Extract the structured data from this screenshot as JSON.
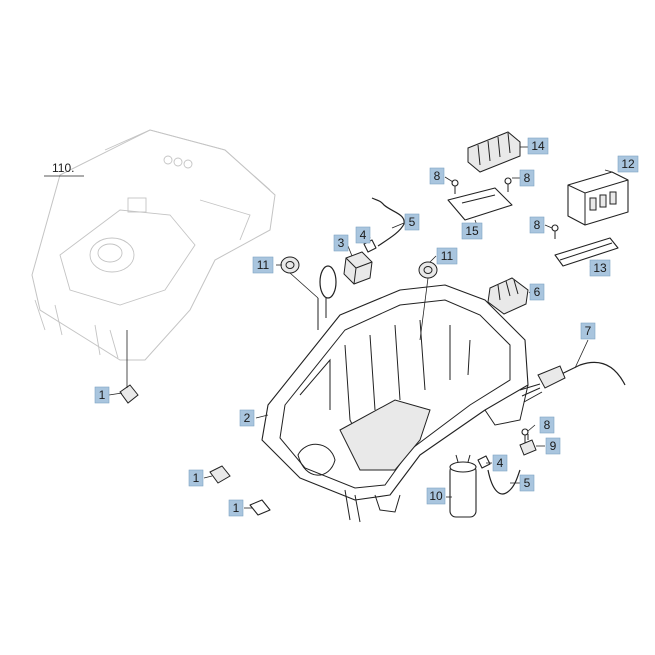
{
  "diagram": {
    "labels": {
      "cover": "110.",
      "p1a": "1",
      "p1b": "1",
      "p1c": "1",
      "p2": "2",
      "p3": "3",
      "p4a": "4",
      "p4b": "4",
      "p5a": "5",
      "p5b": "5",
      "p6": "6",
      "p7": "7",
      "p8a": "8",
      "p8b": "8",
      "p8c": "8",
      "p8d": "8",
      "p9": "9",
      "p10": "10",
      "p11a": "11",
      "p11b": "11",
      "p12": "12",
      "p13": "13",
      "p14": "14",
      "p15": "15"
    },
    "colors": {
      "callout_fill": "#a9c5de",
      "line": "#222222",
      "ghost": "#c4c4c4"
    }
  }
}
